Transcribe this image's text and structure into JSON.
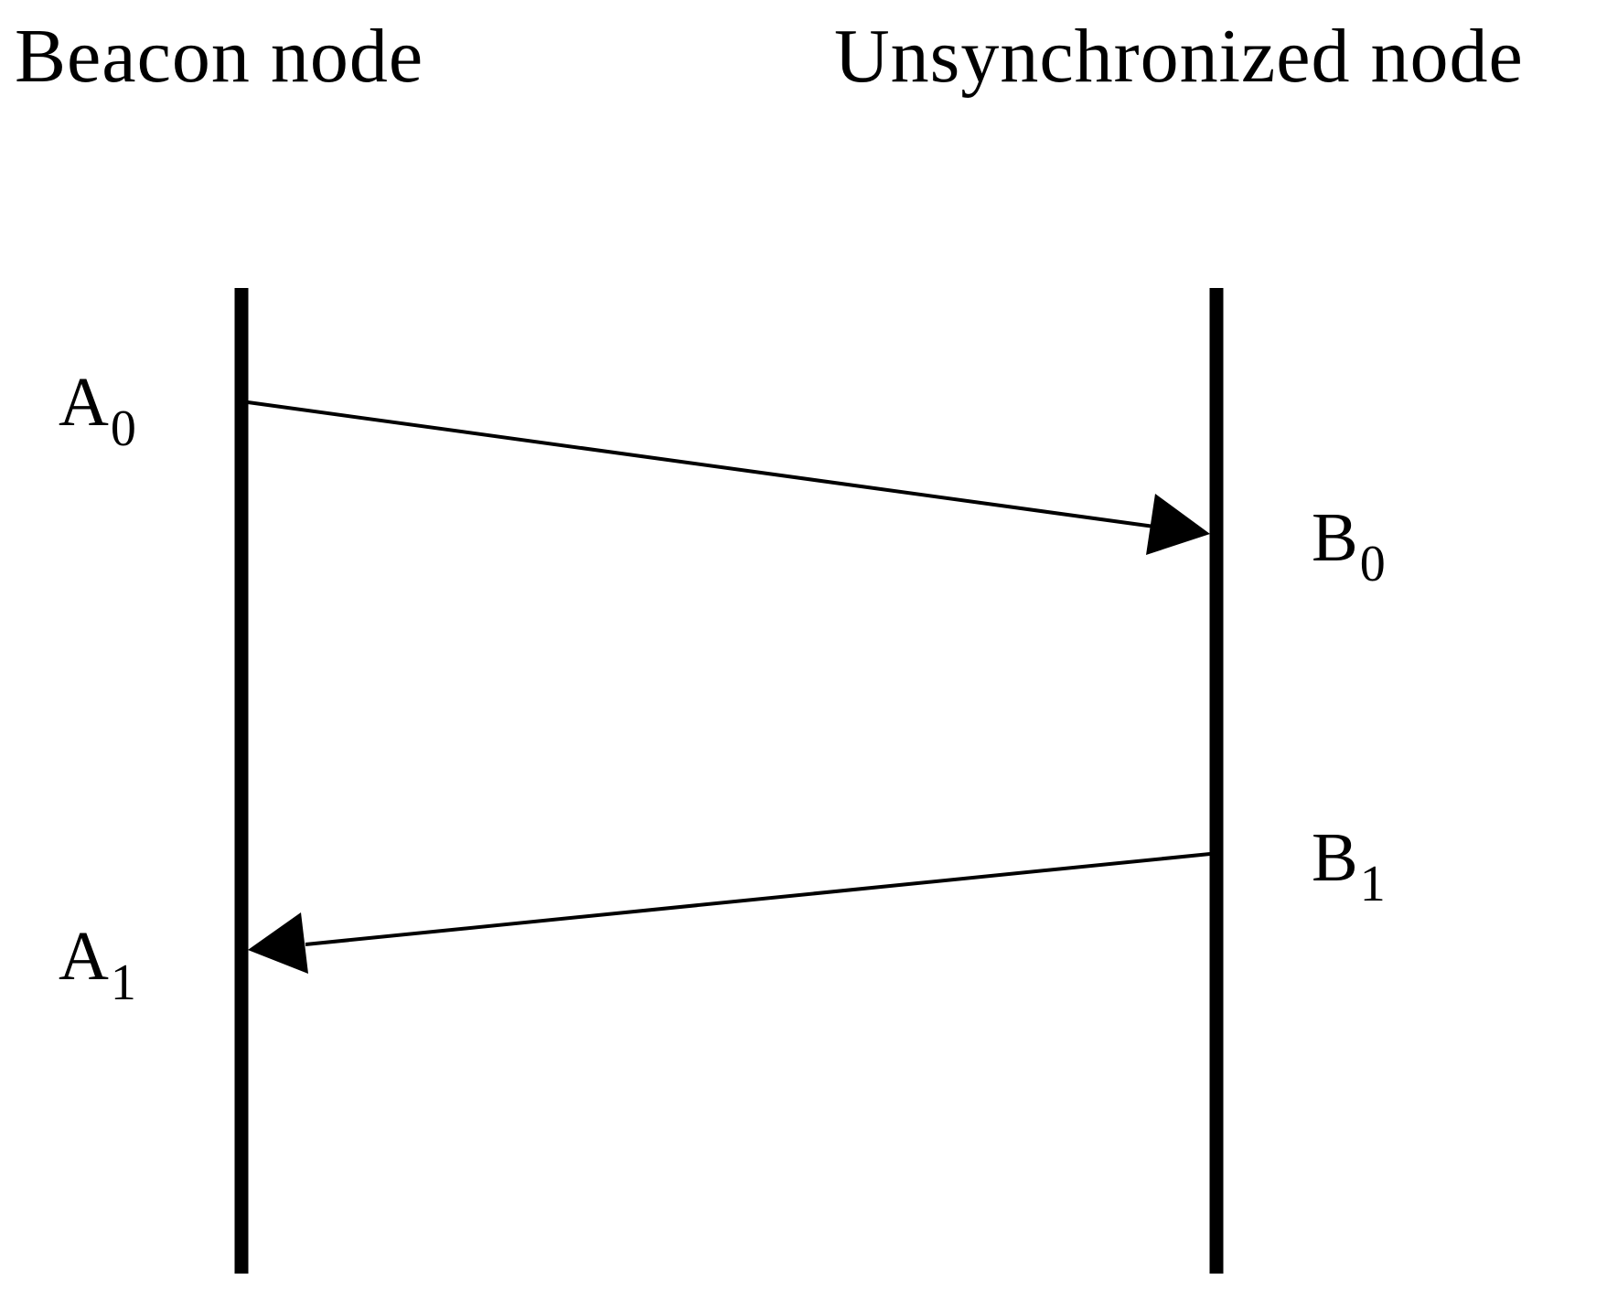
{
  "nodes": {
    "beacon": {
      "title": "Beacon node"
    },
    "unsynchronized": {
      "title": "Unsynchronized node"
    }
  },
  "events": {
    "a0": {
      "base": "A",
      "sub": "0"
    },
    "b0": {
      "base": "B",
      "sub": "0"
    },
    "b1": {
      "base": "B",
      "sub": "1"
    },
    "a1": {
      "base": "A",
      "sub": "1"
    }
  },
  "messages": [
    {
      "from": "A0",
      "to": "B0",
      "direction": "beacon-to-unsynchronized"
    },
    {
      "from": "B1",
      "to": "A1",
      "direction": "unsynchronized-to-beacon"
    }
  ],
  "colors": {
    "line": "#000000",
    "background": "#ffffff"
  }
}
